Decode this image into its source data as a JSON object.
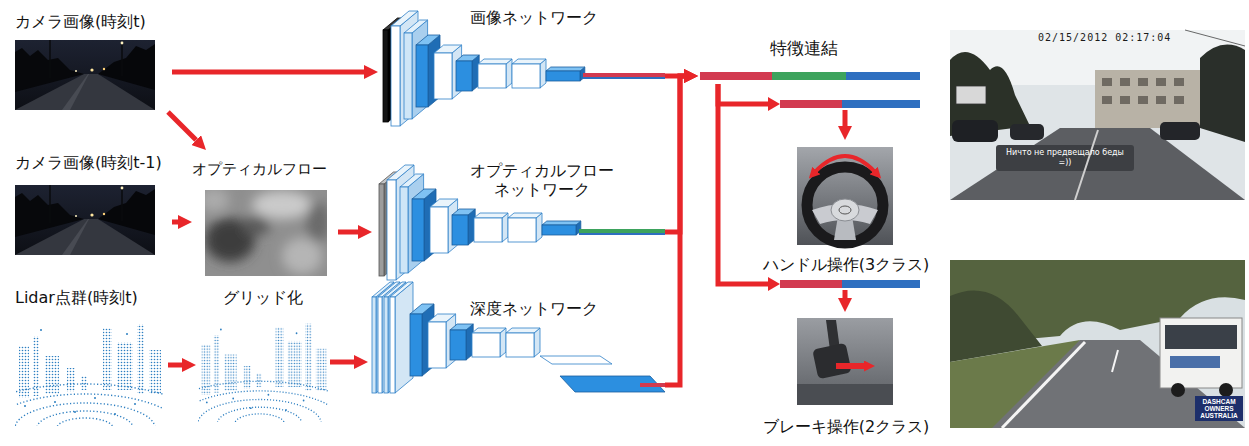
{
  "diagram": {
    "nodes": [
      {
        "text": [
          "カメラ画像(時刻t)"
        ]
      },
      {
        "text": [
          "カメラ画像(時刻t-1)"
        ]
      },
      {
        "text": [
          "オプティカルフロー"
        ]
      },
      {
        "text": [
          "Lidar点群(時刻t)"
        ]
      },
      {
        "text": [
          "グリッド化"
        ]
      },
      {
        "text": [
          "画像ネットワーク"
        ]
      },
      {
        "text": [
          "オプティカルフロー ネットワーク"
        ]
      },
      {
        "text": [
          "深度ネットワーク"
        ]
      },
      {
        "text": [
          "特徴連結"
        ]
      },
      {
        "text": [
          "ハンドル操作(3クラス)"
        ]
      },
      {
        "text": [
          "ブレーキ操作(2クラス)"
        ]
      },
      {
        "text": [
          "02/15/2012 02:17:04",
          "Ничто не предвещало беды =))"
        ]
      },
      {
        "text": [
          "DASHCAM OWNERS AUSTRALIA"
        ]
      }
    ],
    "edges": [
      {
        "from": 0,
        "to": 5,
        "arrow": "to"
      },
      {
        "from": 0,
        "to": 2,
        "arrow": "to"
      },
      {
        "from": 1,
        "to": 2,
        "arrow": "to"
      },
      {
        "from": 2,
        "to": 6,
        "arrow": "to"
      },
      {
        "from": 3,
        "to": 4,
        "arrow": "to"
      },
      {
        "from": 4,
        "to": 7,
        "arrow": "to"
      },
      {
        "from": 5,
        "to": 8,
        "arrow": "to"
      },
      {
        "from": 6,
        "to": 8,
        "arrow": "to"
      },
      {
        "from": 7,
        "to": 8,
        "arrow": "to"
      },
      {
        "from": 8,
        "to": 9,
        "arrow": "to"
      },
      {
        "from": 8,
        "to": 10,
        "arrow": "to"
      }
    ]
  }
}
